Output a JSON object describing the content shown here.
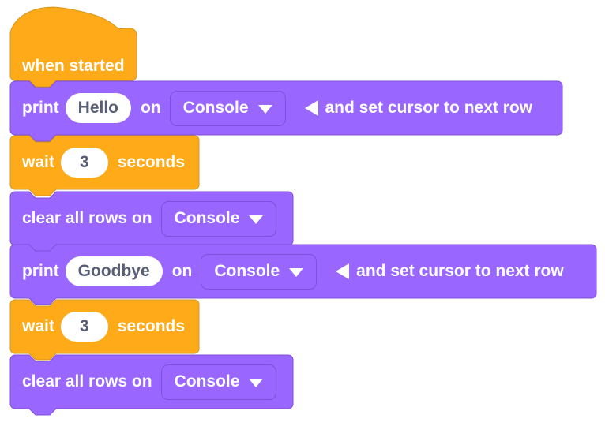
{
  "canvas": {
    "background": "#FFFFFF"
  },
  "colors": {
    "orange_fill": "#FFAB19",
    "orange_stroke": "#D6941F",
    "purple_fill": "#9966FF",
    "purple_stroke": "#8050D8",
    "dropdown_border": "#8050D8",
    "input_bg": "#FFFFFF",
    "input_text": "#575E75",
    "label_color": "#FFFFFF"
  },
  "blocks": [
    {
      "name": "when-started",
      "type": "hat",
      "label": "when started"
    },
    {
      "name": "print-hello",
      "type": "statement",
      "label_print": "print",
      "input_value": "Hello",
      "label_on": "on",
      "dropdown_value": "Console",
      "label_suffix": "and set cursor to next row"
    },
    {
      "name": "wait-3-first",
      "type": "statement",
      "label_wait": "wait",
      "input_value": "3",
      "label_seconds": "seconds"
    },
    {
      "name": "clear-all-rows-first",
      "type": "statement",
      "label": "clear all rows on",
      "dropdown_value": "Console"
    },
    {
      "name": "print-goodbye",
      "type": "statement",
      "label_print": "print",
      "input_value": "Goodbye",
      "label_on": "on",
      "dropdown_value": "Console",
      "label_suffix": "and set cursor to next row"
    },
    {
      "name": "wait-3-second",
      "type": "statement",
      "label_wait": "wait",
      "input_value": "3",
      "label_seconds": "seconds"
    },
    {
      "name": "clear-all-rows-second",
      "type": "statement",
      "label": "clear all rows on",
      "dropdown_value": "Console"
    }
  ]
}
